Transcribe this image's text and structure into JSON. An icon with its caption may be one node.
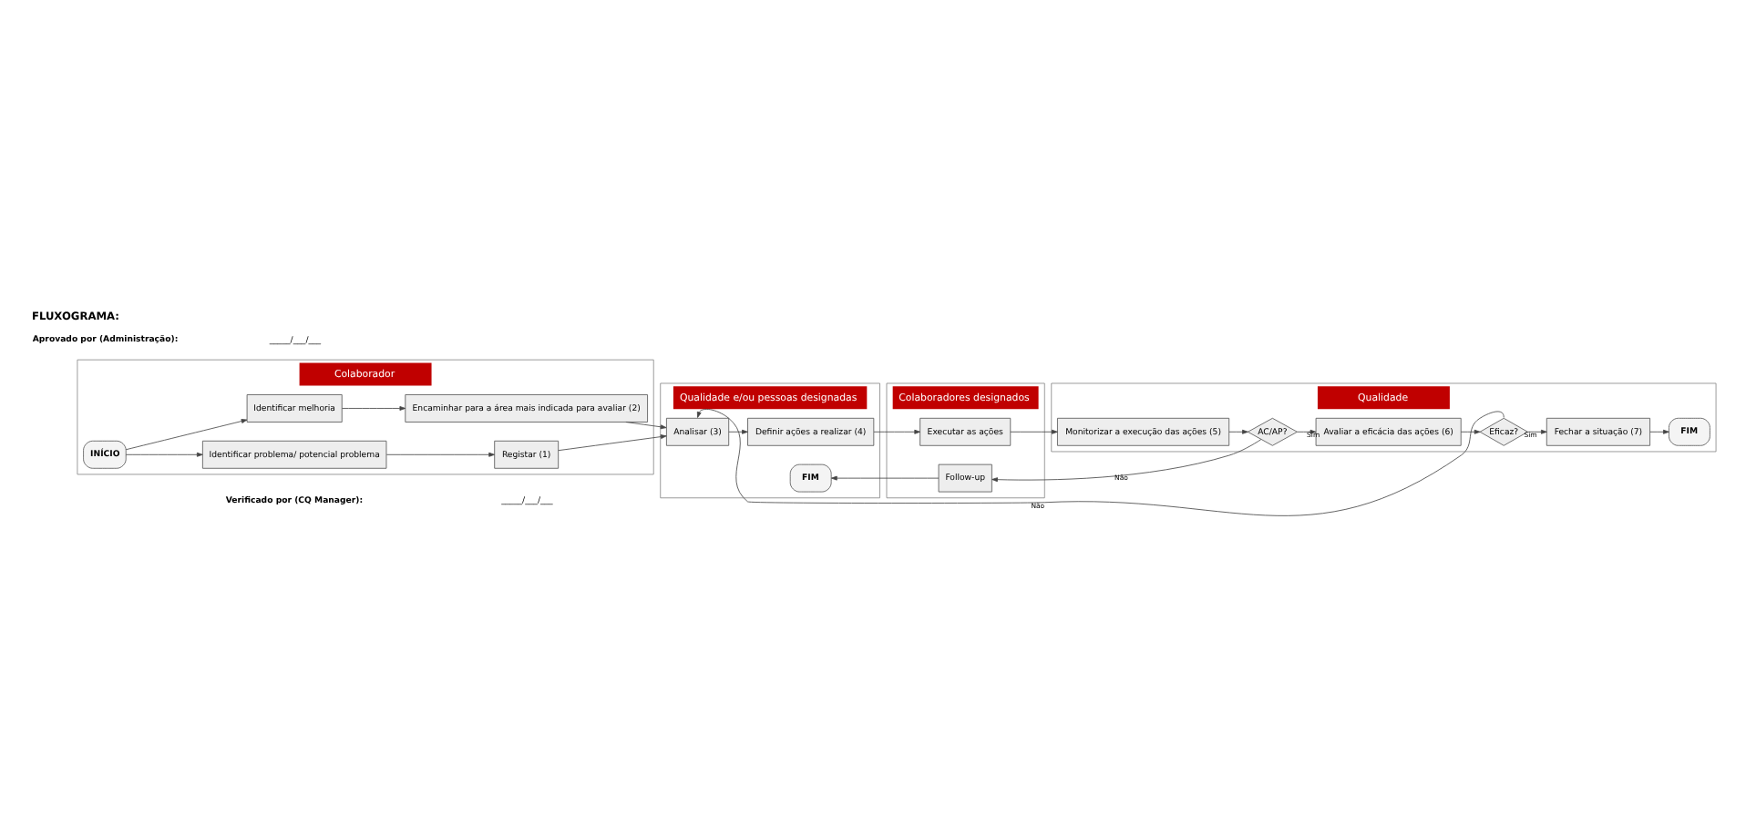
{
  "diagram": {
    "title": "FLUXOGRAMA:",
    "nodes": [
      {
        "text": [
          "Colaborador"
        ]
      },
      {
        "text": [
          "Qualidade e/ou pessoas designadas"
        ]
      },
      {
        "text": [
          "Colaboradores designados"
        ]
      },
      {
        "text": [
          "Qualidade"
        ]
      },
      {
        "text": [
          "INÍCIO"
        ],
        "in": 0
      },
      {
        "text": [
          "Registar (1)"
        ],
        "in": 0
      },
      {
        "text": [
          "Identificar problema/ potencial problema"
        ],
        "in": 0
      },
      {
        "text": [
          "Identificar melhoria"
        ],
        "in": 0
      },
      {
        "text": [
          "Encaminhar para a área mais indicada para avaliar (2)"
        ],
        "in": 0
      },
      {
        "text": [
          "Analisar (3)"
        ],
        "in": 1
      },
      {
        "text": [
          "Definir ações a realizar (4)"
        ],
        "in": 1
      },
      {
        "text": [
          "FIM"
        ],
        "in": 1
      },
      {
        "text": [
          "Executar as ações"
        ],
        "in": 2
      },
      {
        "text": [
          "Follow-up"
        ],
        "in": 2
      },
      {
        "text": [
          "Monitorizar a execução das ações (5)"
        ],
        "in": 3
      },
      {
        "text": [
          "AC/AP?"
        ],
        "in": 3
      },
      {
        "text": [
          "Avaliar a eficácia das ações (6)"
        ],
        "in": 3
      },
      {
        "text": [
          "Eficaz?"
        ],
        "in": 3
      },
      {
        "text": [
          "FIM"
        ],
        "in": 3
      },
      {
        "text": [
          "Fechar a situação (7)"
        ],
        "in": 3
      }
    ],
    "edges": [
      {
        "from": 4,
        "to": 6,
        "arrow": "to"
      },
      {
        "from": 4,
        "to": 7,
        "arrow": "to"
      },
      {
        "from": 6,
        "to": 5,
        "arrow": "to"
      },
      {
        "from": 7,
        "to": 8,
        "arrow": "to"
      },
      {
        "from": 5,
        "to": 9,
        "arrow": "to"
      },
      {
        "from": 8,
        "to": 9,
        "arrow": "to"
      },
      {
        "from": 9,
        "to": 10,
        "arrow": "to"
      },
      {
        "from": 10,
        "to": 12,
        "arrow": "to"
      },
      {
        "from": 12,
        "to": 14,
        "arrow": "to"
      },
      {
        "from": 14,
        "to": 15,
        "arrow": "to"
      },
      {
        "from": 15,
        "to": 16,
        "label": "Sim",
        "arrow": "to"
      },
      {
        "from": 16,
        "to": 17,
        "arrow": "to"
      },
      {
        "from": 17,
        "to": 9,
        "label": "Não",
        "arrow": "to"
      },
      {
        "from": 15,
        "to": 13,
        "label": "Não",
        "arrow": "to"
      },
      {
        "from": 13,
        "to": 11,
        "arrow": "to"
      },
      {
        "from": 17,
        "to": 19,
        "label": "Sim",
        "arrow": "to"
      },
      {
        "from": 19,
        "to": 18,
        "arrow": "to"
      }
    ],
    "labels": [
      "Verificado por (CQ Manager):",
      "Aprovado por (Administração):",
      "_____/___/___",
      "_____/___/___"
    ]
  }
}
